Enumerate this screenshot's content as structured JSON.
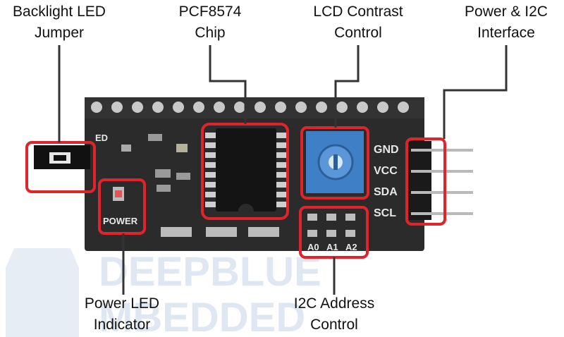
{
  "callouts": {
    "backlight": {
      "line1": "Backlight LED",
      "line2": "Jumper"
    },
    "pcf8574": {
      "line1": "PCF8574",
      "line2": "Chip"
    },
    "contrast": {
      "line1": "LCD Contrast",
      "line2": "Control"
    },
    "power_i2c": {
      "line1": "Power & I2C",
      "line2": "Interface"
    },
    "power_led": {
      "line1": "Power LED",
      "line2": "Indicator"
    },
    "address": {
      "line1": "I2C Address",
      "line2": "Control"
    }
  },
  "board": {
    "pin_labels": [
      "GND",
      "VCC",
      "SDA",
      "SCL"
    ],
    "address_labels": [
      "A0",
      "A1",
      "A2"
    ],
    "power_label": "POWER",
    "led_label": "ED"
  },
  "watermark": {
    "line1": "DEEPBLUE",
    "line2": "MBEDDED"
  },
  "colors": {
    "highlight": "#e0242b",
    "board": "#2b2b2b",
    "potentiometer": "#3f7fc6",
    "leader": "#333333"
  }
}
